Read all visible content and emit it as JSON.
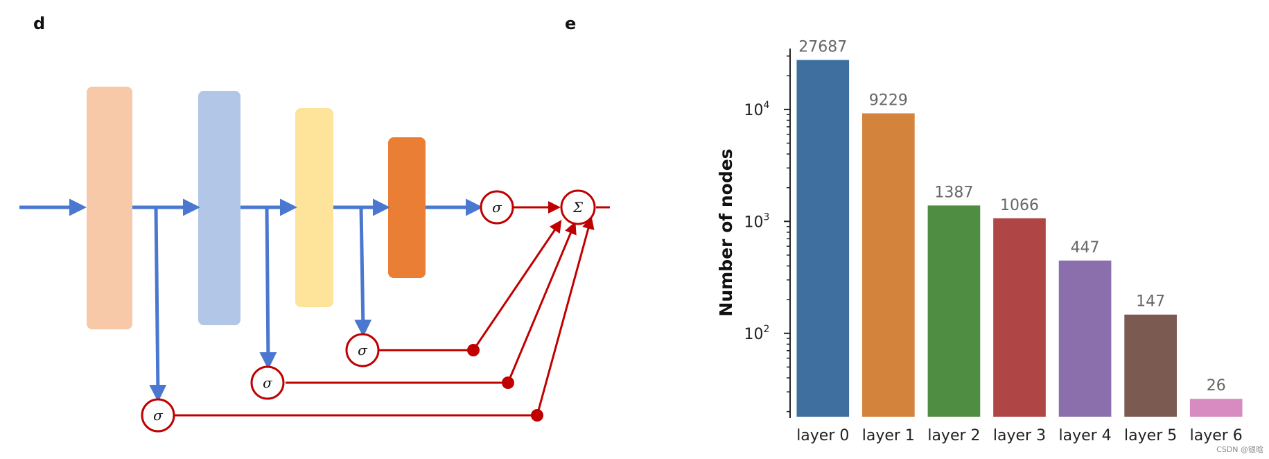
{
  "panel_d": {
    "label": "d",
    "sigma_symbol": "σ",
    "sum_symbol": "Σ",
    "block_colors": [
      "#f7c9a9",
      "#b2c6e8",
      "#fde49a",
      "#ea7e34"
    ],
    "flow_color": "#4a78d0",
    "output_color": "#c00000"
  },
  "panel_e": {
    "label": "e"
  },
  "chart_data": {
    "type": "bar",
    "categories": [
      "layer 0",
      "layer 1",
      "layer 2",
      "layer 3",
      "layer 4",
      "layer 5",
      "layer 6"
    ],
    "values": [
      27687,
      9229,
      1387,
      1066,
      447,
      147,
      26
    ],
    "data_labels": [
      "27687",
      "9229",
      "1387",
      "1066",
      "447",
      "147",
      "26"
    ],
    "colors": [
      "#3f6f9f",
      "#d4833d",
      "#4f8d43",
      "#b04545",
      "#8b6fad",
      "#7b5a52",
      "#d78bc0"
    ],
    "ylabel": "Number of nodes",
    "yscale": "log",
    "ylim": [
      18,
      35000
    ],
    "yticks": [
      {
        "value": 100,
        "base": "10",
        "exp": "2"
      },
      {
        "value": 1000,
        "base": "10",
        "exp": "3"
      },
      {
        "value": 10000,
        "base": "10",
        "exp": "4"
      }
    ],
    "grid": false
  },
  "watermark": "CSDN @银晗"
}
